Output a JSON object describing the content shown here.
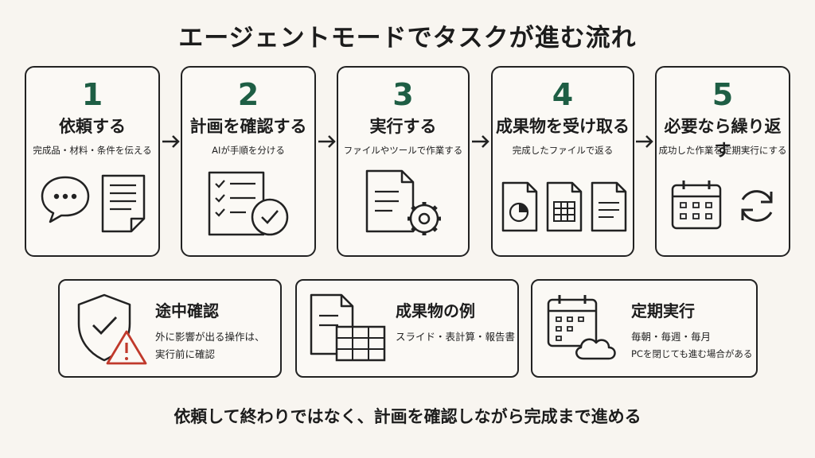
{
  "title": "エージェントモードでタスクが進む流れ",
  "steps": [
    {
      "num": "1",
      "heading": "依頼する",
      "desc": "完成品・材料・条件を伝える"
    },
    {
      "num": "2",
      "heading": "計画を確認する",
      "desc": "AIが手順を分ける"
    },
    {
      "num": "3",
      "heading": "実行する",
      "desc": "ファイルやツールで作業する"
    },
    {
      "num": "4",
      "heading": "成果物を受け取る",
      "desc": "完成したファイルで返る"
    },
    {
      "num": "5",
      "heading": "必要なら繰り返す",
      "desc": "成功した作業を定期実行にする"
    }
  ],
  "notes": [
    {
      "title": "途中確認",
      "lines": [
        "外に影響が出る操作は、",
        "実行前に確認"
      ]
    },
    {
      "title": "成果物の例",
      "lines": [
        "スライド・表計算・報告書"
      ]
    },
    {
      "title": "定期実行",
      "lines": [
        "毎朝・毎週・毎月",
        "PCを閉じても進む場合がある"
      ]
    }
  ],
  "footer": "依頼して終わりではなく、計画を確認しながら完成まで進める",
  "colors": {
    "accent_green": "#1e5e44",
    "warning_red": "#c0392b",
    "border": "#222222",
    "background": "#f8f5f0"
  }
}
